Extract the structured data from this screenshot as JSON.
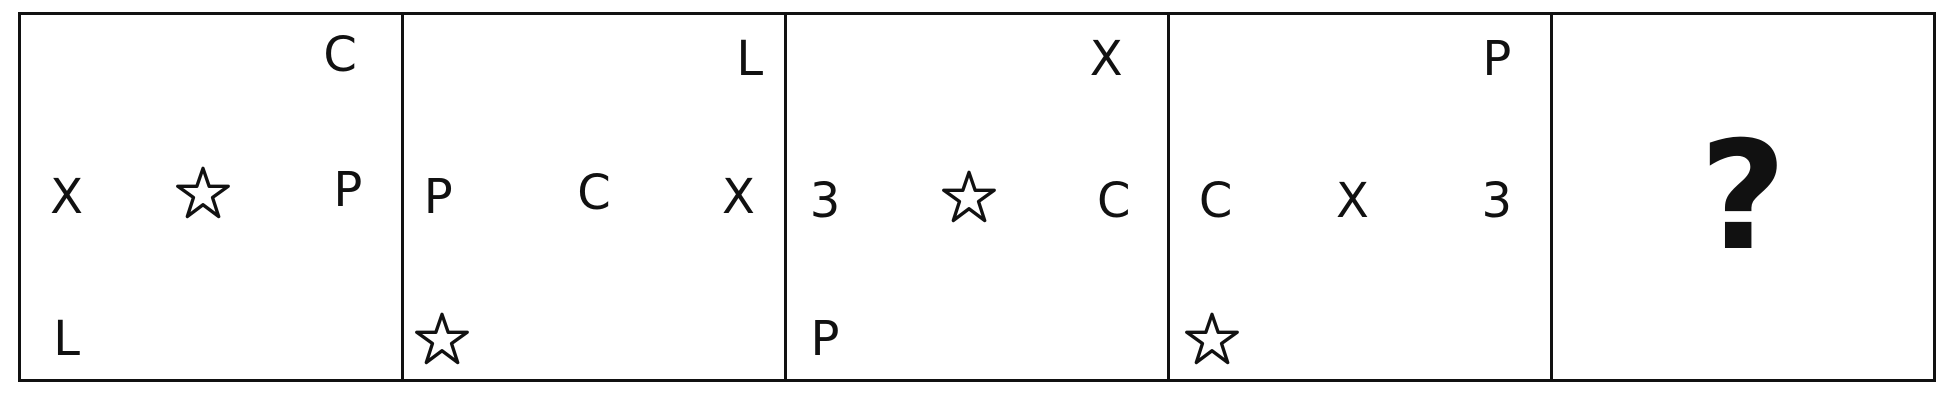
{
  "panels": [
    {
      "top_right": "C",
      "mid_left": "X",
      "mid_center": "star",
      "mid_right": "P",
      "bottom_left": "L"
    },
    {
      "top_right": "L",
      "mid_left": "P",
      "mid_center": "C",
      "mid_right": "X",
      "bottom_left": "star"
    },
    {
      "top_right": "X",
      "mid_left": "3",
      "mid_center": "star",
      "mid_right": "C",
      "bottom_left": "P"
    },
    {
      "top_right": "P",
      "mid_left": "C",
      "mid_center": "X",
      "mid_right": "3",
      "bottom_left": "star"
    }
  ],
  "answer_panel": {
    "mark": "?"
  }
}
